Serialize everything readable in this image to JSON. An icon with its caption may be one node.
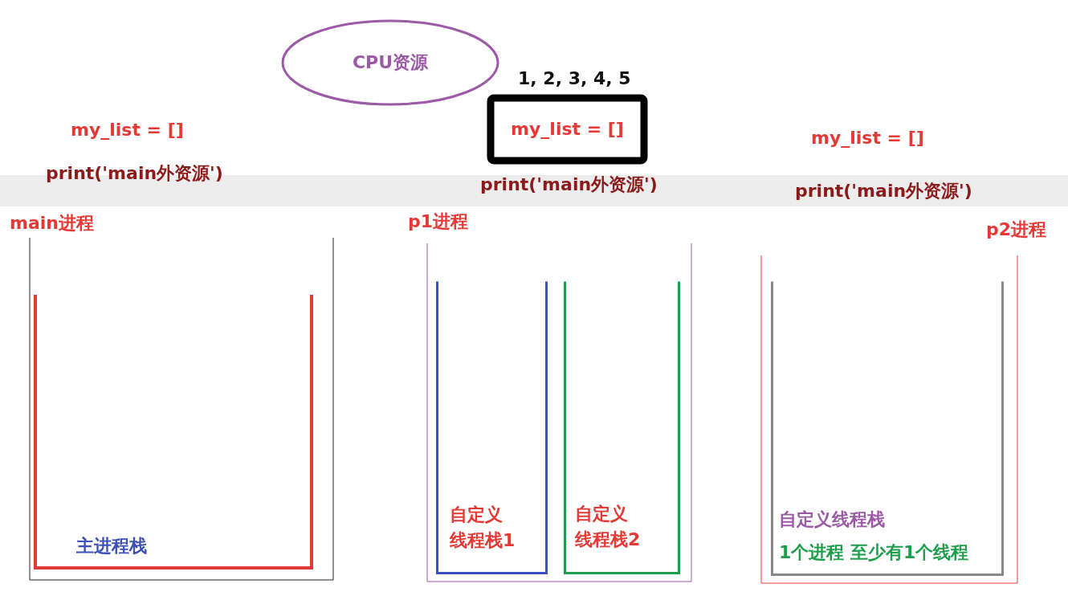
{
  "diagram": {
    "nodes": [
      {
        "text": [
          "CPU资源"
        ]
      },
      {
        "text": [
          "my_list = []"
        ],
        "beside": [
          "1, 2, 3, 4, 5"
        ]
      },
      {
        "text": [
          "main进程"
        ]
      },
      {
        "text": [
          "主进程栈"
        ],
        "in": 2
      },
      {
        "text": [
          "p1进程"
        ]
      },
      {
        "text": [
          "自定义线程栈1"
        ],
        "in": 4
      },
      {
        "text": [
          "自定义线程栈2"
        ],
        "in": 4
      },
      {
        "text": [
          "p2进程"
        ]
      },
      {
        "text": [
          "自定义线程栈",
          "1个进程 至少有1个线程"
        ],
        "in": 7
      }
    ],
    "labels": [
      "my_list = []",
      "my_list = []",
      "print('main外资源')",
      "print('main外资源')",
      "print('main外资源')"
    ]
  }
}
